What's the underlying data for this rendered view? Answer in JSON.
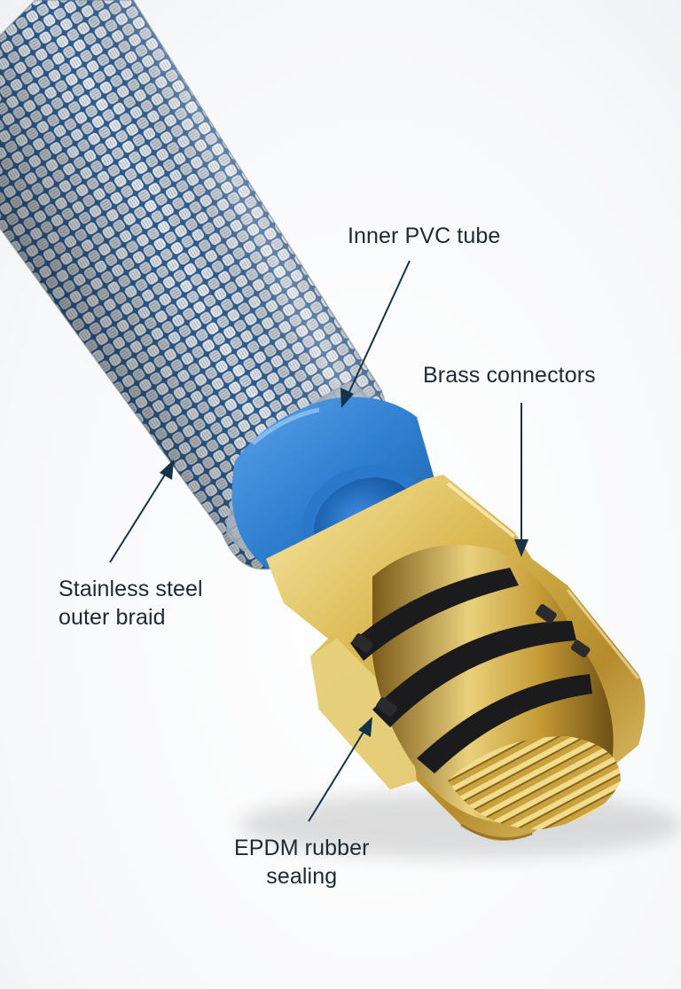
{
  "labels": {
    "inner_tube": [
      "Inner PVC tube"
    ],
    "connectors": [
      "Brass connectors"
    ],
    "braid": [
      "Stainless steel",
      "outer braid"
    ],
    "sealing": [
      "EPDM rubber",
      "sealing"
    ]
  },
  "colors": {
    "braid_light": "#dfe3e8",
    "braid_dark": "#6d7784",
    "braid_gap": "#2e5c8f",
    "pvc_blue": "#2f7fd1",
    "brass_light": "#f3e09a",
    "brass_mid": "#d6b24c",
    "brass_dark": "#8f6a1c",
    "rubber": "#1b1b1d",
    "callout": "#16324a"
  }
}
